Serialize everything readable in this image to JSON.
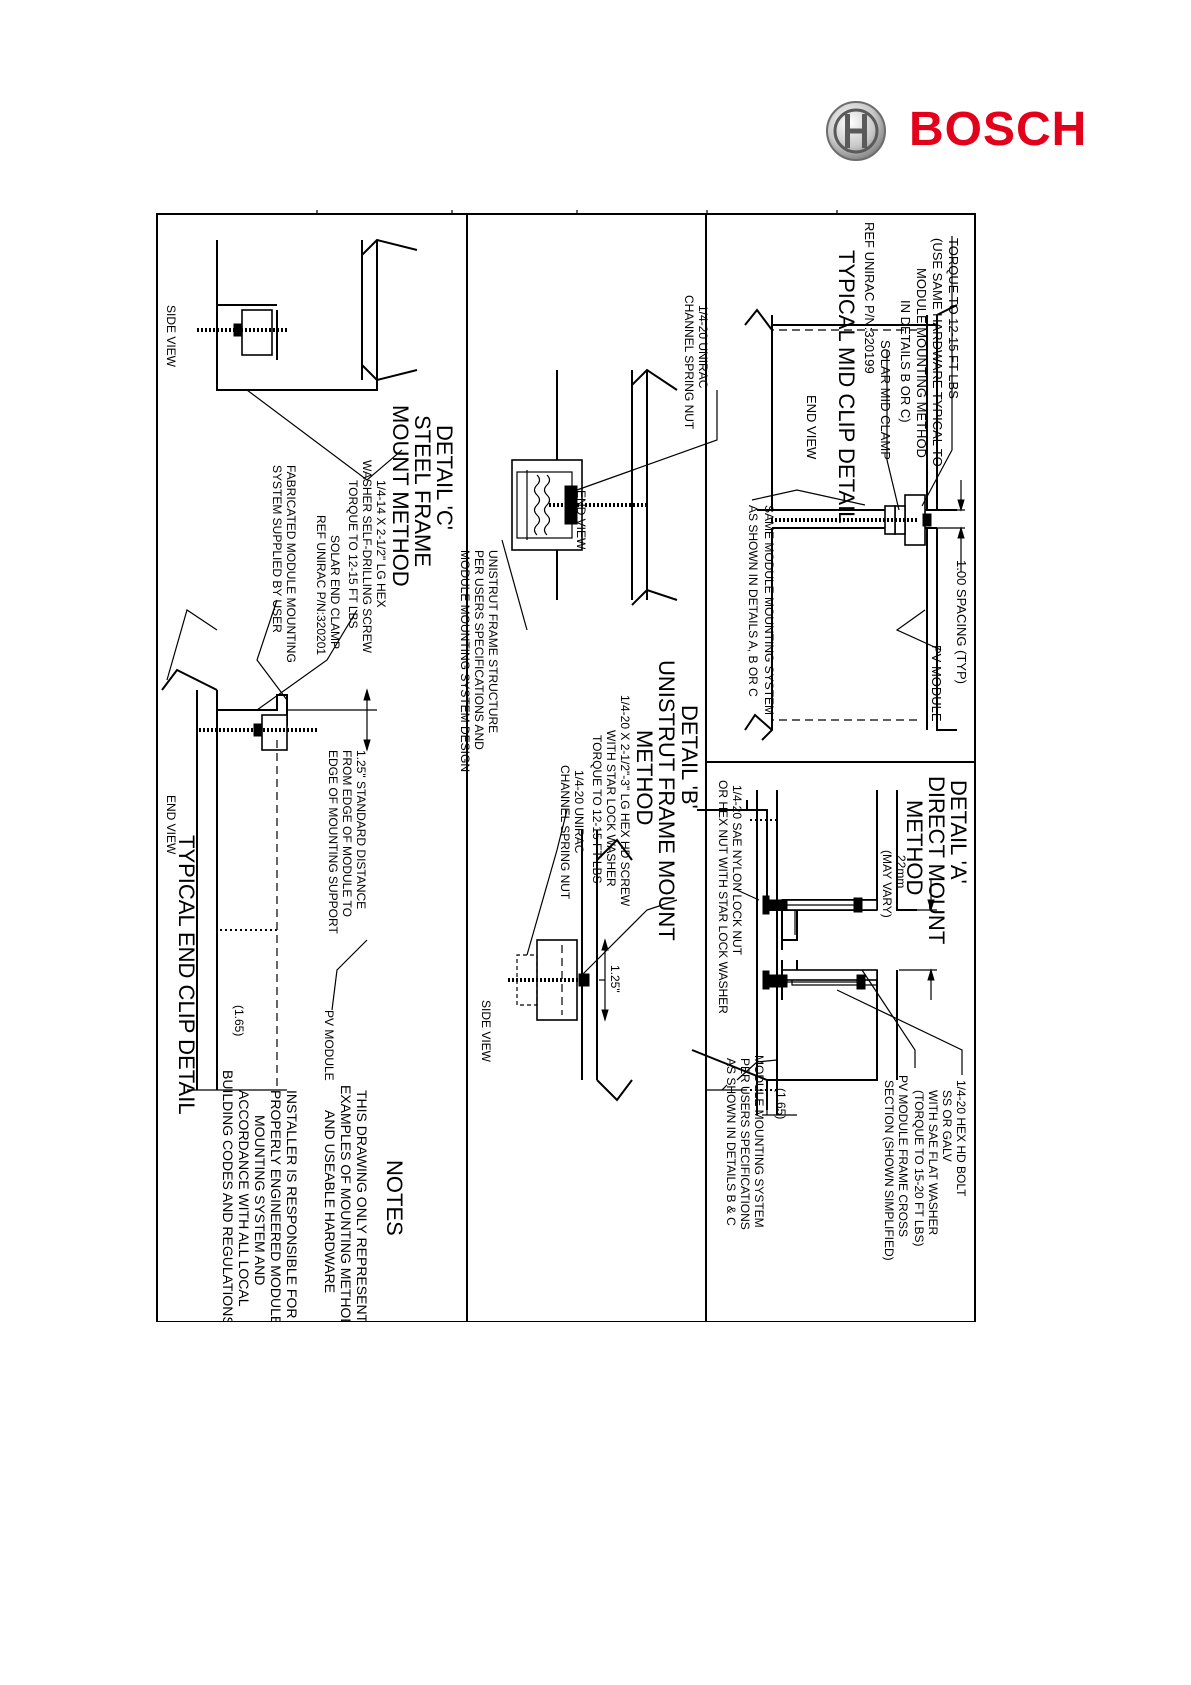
{
  "brand": {
    "name": "BOSCH",
    "color": "#e3001b"
  },
  "mid_clip": {
    "title": "TYPICAL MID CLIP DETAIL",
    "view": "END VIEW",
    "torque": [
      "TORQUE TO 12-15 FT LBS",
      "(USE SAME HARDWARE TYPICAL TO",
      "MODULE MOUNTING METHOD",
      "IN DETAILS B OR C)"
    ],
    "clamp": [
      "SOLAR MID CLAMP",
      "REF UNIRAC P/N:320199"
    ],
    "spacing": "1.00 SPACING (TYP)",
    "pv_module": "PV MODULE",
    "system": [
      "SAME MODULE MOUNTING SYSTEM",
      "AS SHOWN IN DETAILS A, B OR C"
    ]
  },
  "detail_a": {
    "title": [
      "DETAIL 'A'",
      "DIRECT MOUNT",
      "METHOD"
    ],
    "gap": [
      "22mm",
      "(MAY VARY)"
    ],
    "bolt": [
      "1/4-20 HEX HD BOLT",
      "SS OR GALV",
      "WITH SAE FLAT WASHER",
      "(TORQUE TO 15-20 FT LBS)"
    ],
    "nut": [
      "1/4-20 SAE NYLON LOCK NUT",
      "OR HEX NUT WITH STAR LOCK WASHER"
    ],
    "frame": [
      "PV MODULE FRAME CROSS",
      "SECTION (SHOWN SIMPLIFIED)"
    ],
    "system": [
      "MODULE MOUNTING SYSTEM",
      "PER USERS SPECIFICATIONS",
      "AS SHOWN IN DETAILS B & C"
    ],
    "dim": "(1.65)"
  },
  "detail_b": {
    "title": [
      "DETAIL 'B'",
      "UNISTRUT FRAME MOUNT",
      "METHOD"
    ],
    "screw": [
      "1/4-20 X 2-1/2\"-3\" LG HEX HD SCREW",
      "WITH STAR LOCK WASHER",
      "TORQUE TO 12-15 FT LBS"
    ],
    "nut_side": [
      "1/4-20 UNIRAC",
      "CHANNEL SPRING NUT"
    ],
    "nut_end": [
      "1/4-20 UNIRAC",
      "CHANNEL SPRING NUT"
    ],
    "structure": [
      "UNISTRUT FRAME STRUCTURE",
      "PER USERS SPECIFICATIONS AND",
      "MODULE MOUNTING SYSTEM DESIGN"
    ],
    "dim": "1.25\"",
    "end_view": "END VIEW",
    "side_view": "SIDE VIEW"
  },
  "detail_c": {
    "title": [
      "DETAIL 'C'",
      "STEEL FRAME",
      "MOUNT METHOD"
    ],
    "screw": [
      "1/4-14 X 2-1/2\" LG HEX",
      "WASHER SELF-DRILLING SCREW",
      "TORQUE TO 12-15 FT LBS"
    ],
    "clamp": [
      "SOLAR END CLAMP",
      "REF UNIRAC P/N:320201"
    ],
    "fabricated": [
      "FABRICATED MODULE MOUNTING",
      "SYSTEM SUPPLIED BY USER"
    ],
    "side_view": "SIDE VIEW"
  },
  "end_clip": {
    "title": "TYPICAL END CLIP DETAIL",
    "view": "END VIEW",
    "distance": [
      "1.25\" STANDARD DISTANCE",
      "FROM EDGE OF MODULE TO",
      "EDGE OF MOUNTING SUPPORT"
    ],
    "pv_module": "PV MODULE",
    "dim": "(1.65)"
  },
  "notes": {
    "heading": "NOTES",
    "lines": [
      "THIS DRAWING ONLY REPRESENTS",
      "EXAMPLES OF MOUNTING METHODS",
      "AND USEABLE HARDWARE",
      "",
      "INSTALLER IS RESPONSIBLE FOR",
      "PROPERLY ENGINEERED MODULE",
      "MOUNTING SYSTEM AND",
      "ACCORDANCE WITH ALL LOCAL",
      "BUILDING CODES AND REGULATIONS"
    ]
  }
}
